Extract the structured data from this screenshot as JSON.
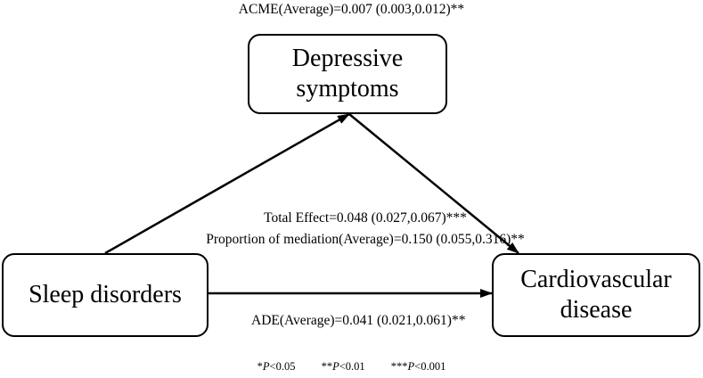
{
  "nodes": {
    "mediator": {
      "line1": "Depressive",
      "line2": "symptoms"
    },
    "exposure": {
      "line1": "Sleep disorders"
    },
    "outcome": {
      "line1": "Cardiovascular",
      "line2": "disease"
    }
  },
  "labels": {
    "acme": "ACME(Average)=0.007 (0.003,0.012)**",
    "total_effect": "Total Effect=0.048 (0.027,0.067)***",
    "proportion": "Proportion of mediation(Average)=0.150 (0.055,0.316)**",
    "ade": "ADE(Average)=0.041 (0.021,0.061)**"
  },
  "significance_legend": [
    {
      "stars": "*",
      "p": "P",
      "threshold": "<0.05"
    },
    {
      "stars": "**",
      "p": "P",
      "threshold": "<0.01"
    },
    {
      "stars": "***",
      "p": "P",
      "threshold": "<0.001"
    }
  ],
  "colors": {
    "stroke": "#000000",
    "background": "#ffffff"
  }
}
